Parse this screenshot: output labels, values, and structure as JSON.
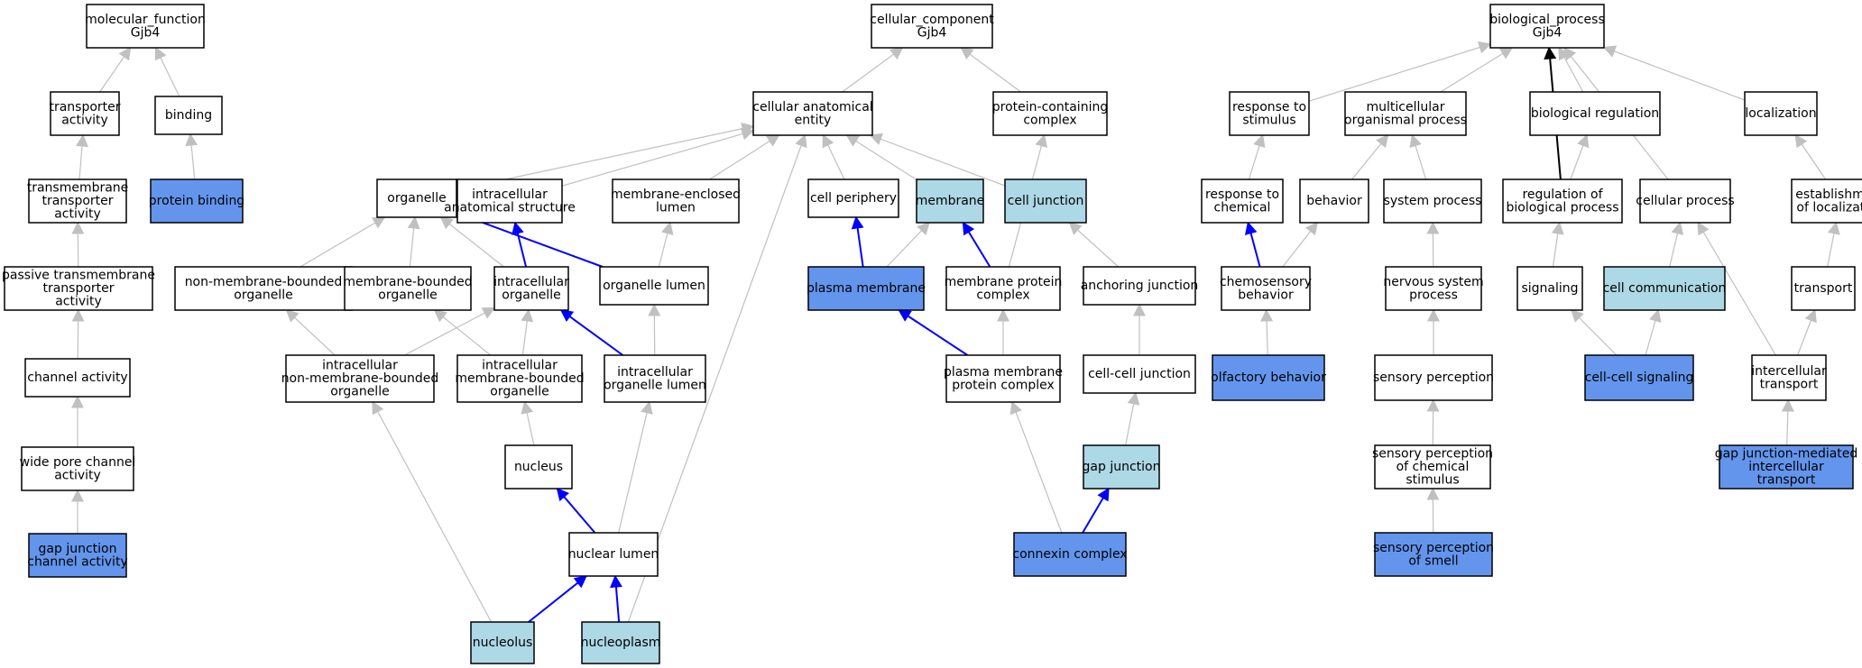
{
  "colors": {
    "default_fill": "#ffffff",
    "light_fill": "#add8e6",
    "dark_fill": "#6495ed",
    "border": "#000000",
    "gray_edge": "#c0c0c0",
    "blue_edge": "#0000ff",
    "black_edge": "#000000"
  },
  "nodes": [
    {
      "id": "mf",
      "name": "molecular-function-node",
      "lines": [
        "molecular_function",
        "Gjb4"
      ],
      "style": "default"
    },
    {
      "id": "ta",
      "name": "transporter-activity-node",
      "lines": [
        "transporter",
        "activity"
      ],
      "style": "default"
    },
    {
      "id": "bind",
      "name": "binding-node",
      "lines": [
        "binding"
      ],
      "style": "default"
    },
    {
      "id": "ttr",
      "name": "transmembrane-transporter-activity-node",
      "lines": [
        "transmembrane",
        "transporter",
        "activity"
      ],
      "style": "default"
    },
    {
      "id": "pb",
      "name": "protein-binding-node",
      "lines": [
        "protein binding"
      ],
      "style": "dark"
    },
    {
      "id": "pttr",
      "name": "passive-transmembrane-transporter-activity-node",
      "lines": [
        "passive transmembrane",
        "transporter",
        "activity"
      ],
      "style": "default"
    },
    {
      "id": "ch",
      "name": "channel-activity-node",
      "lines": [
        "channel activity"
      ],
      "style": "default"
    },
    {
      "id": "wpc",
      "name": "wide-pore-channel-activity-node",
      "lines": [
        "wide pore channel",
        "activity"
      ],
      "style": "default"
    },
    {
      "id": "gjca",
      "name": "gap-junction-channel-activity-node",
      "lines": [
        "gap junction",
        "channel activity"
      ],
      "style": "dark"
    },
    {
      "id": "cc",
      "name": "cellular-component-node",
      "lines": [
        "cellular_component",
        "Gjb4"
      ],
      "style": "default"
    },
    {
      "id": "cae",
      "name": "cellular-anatomical-entity-node",
      "lines": [
        "cellular anatomical",
        "entity"
      ],
      "style": "default"
    },
    {
      "id": "pcc",
      "name": "protein-containing-complex-node",
      "lines": [
        "protein-containing",
        "complex"
      ],
      "style": "default"
    },
    {
      "id": "org",
      "name": "organelle-node",
      "lines": [
        "organelle"
      ],
      "style": "default"
    },
    {
      "id": "ias",
      "name": "intracellular-anatomical-structure-node",
      "lines": [
        "intracellular",
        "anatomical structure"
      ],
      "style": "default"
    },
    {
      "id": "mel",
      "name": "membrane-enclosed-lumen-node",
      "lines": [
        "membrane-enclosed",
        "lumen"
      ],
      "style": "default"
    },
    {
      "id": "cp",
      "name": "cell-periphery-node",
      "lines": [
        "cell periphery"
      ],
      "style": "default"
    },
    {
      "id": "mem",
      "name": "membrane-node",
      "lines": [
        "membrane"
      ],
      "style": "light"
    },
    {
      "id": "cj",
      "name": "cell-junction-node",
      "lines": [
        "cell junction"
      ],
      "style": "light"
    },
    {
      "id": "nmbo",
      "name": "non-membrane-bounded-organelle-node",
      "lines": [
        "non-membrane-bounded",
        "organelle"
      ],
      "style": "default"
    },
    {
      "id": "mbo",
      "name": "membrane-bounded-organelle-node",
      "lines": [
        "membrane-bounded",
        "organelle"
      ],
      "style": "default"
    },
    {
      "id": "io",
      "name": "intracellular-organelle-node",
      "lines": [
        "intracellular",
        "organelle"
      ],
      "style": "default"
    },
    {
      "id": "ol",
      "name": "organelle-lumen-node",
      "lines": [
        "organelle lumen"
      ],
      "style": "default"
    },
    {
      "id": "pm",
      "name": "plasma-membrane-node",
      "lines": [
        "plasma membrane"
      ],
      "style": "dark"
    },
    {
      "id": "mpc",
      "name": "membrane-protein-complex-node",
      "lines": [
        "membrane protein",
        "complex"
      ],
      "style": "default"
    },
    {
      "id": "aj",
      "name": "anchoring-junction-node",
      "lines": [
        "anchoring junction"
      ],
      "style": "default"
    },
    {
      "id": "inmbo",
      "name": "intracellular-non-membrane-bounded-organelle-node",
      "lines": [
        "intracellular",
        "non-membrane-bounded",
        "organelle"
      ],
      "style": "default"
    },
    {
      "id": "imbo",
      "name": "intracellular-membrane-bounded-organelle-node",
      "lines": [
        "intracellular",
        "membrane-bounded",
        "organelle"
      ],
      "style": "default"
    },
    {
      "id": "iol",
      "name": "intracellular-organelle-lumen-node",
      "lines": [
        "intracellular",
        "organelle lumen"
      ],
      "style": "default"
    },
    {
      "id": "pmpc",
      "name": "plasma-membrane-protein-complex-node",
      "lines": [
        "plasma membrane",
        "protein complex"
      ],
      "style": "default"
    },
    {
      "id": "ccj",
      "name": "cell-cell-junction-node",
      "lines": [
        "cell-cell junction"
      ],
      "style": "default"
    },
    {
      "id": "nuc",
      "name": "nucleus-node",
      "lines": [
        "nucleus"
      ],
      "style": "default"
    },
    {
      "id": "gj",
      "name": "gap-junction-node",
      "lines": [
        "gap junction"
      ],
      "style": "light"
    },
    {
      "id": "nl",
      "name": "nuclear-lumen-node",
      "lines": [
        "nuclear lumen"
      ],
      "style": "default"
    },
    {
      "id": "cxc",
      "name": "connexin-complex-node",
      "lines": [
        "connexin complex"
      ],
      "style": "dark"
    },
    {
      "id": "nucl",
      "name": "nucleolus-node",
      "lines": [
        "nucleolus"
      ],
      "style": "light"
    },
    {
      "id": "nucp",
      "name": "nucleoplasm-node",
      "lines": [
        "nucleoplasm"
      ],
      "style": "light"
    },
    {
      "id": "bp",
      "name": "biological-process-node",
      "lines": [
        "biological_process",
        "Gjb4"
      ],
      "style": "default"
    },
    {
      "id": "rts",
      "name": "response-to-stimulus-node",
      "lines": [
        "response to",
        "stimulus"
      ],
      "style": "default"
    },
    {
      "id": "mop",
      "name": "multicellular-organismal-process-node",
      "lines": [
        "multicellular",
        "organismal process"
      ],
      "style": "default"
    },
    {
      "id": "br",
      "name": "biological-regulation-node",
      "lines": [
        "biological regulation"
      ],
      "style": "default"
    },
    {
      "id": "loc",
      "name": "localization-node",
      "lines": [
        "localization"
      ],
      "style": "default"
    },
    {
      "id": "rtc",
      "name": "response-to-chemical-node",
      "lines": [
        "response to",
        "chemical"
      ],
      "style": "default"
    },
    {
      "id": "beh",
      "name": "behavior-node",
      "lines": [
        "behavior"
      ],
      "style": "default"
    },
    {
      "id": "sp",
      "name": "system-process-node",
      "lines": [
        "system process"
      ],
      "style": "default"
    },
    {
      "id": "rbp",
      "name": "regulation-of-biological-process-node",
      "lines": [
        "regulation of",
        "biological process"
      ],
      "style": "default"
    },
    {
      "id": "cpr",
      "name": "cellular-process-node",
      "lines": [
        "cellular process"
      ],
      "style": "default"
    },
    {
      "id": "eol",
      "name": "establishment-of-localization-node",
      "lines": [
        "establishment",
        "of localization"
      ],
      "style": "default"
    },
    {
      "id": "cb",
      "name": "chemosensory-behavior-node",
      "lines": [
        "chemosensory",
        "behavior"
      ],
      "style": "default"
    },
    {
      "id": "nsp",
      "name": "nervous-system-process-node",
      "lines": [
        "nervous system",
        "process"
      ],
      "style": "default"
    },
    {
      "id": "sig",
      "name": "signaling-node",
      "lines": [
        "signaling"
      ],
      "style": "default"
    },
    {
      "id": "ccom",
      "name": "cell-communication-node",
      "lines": [
        "cell communication"
      ],
      "style": "light"
    },
    {
      "id": "tr",
      "name": "transport-node",
      "lines": [
        "transport"
      ],
      "style": "default"
    },
    {
      "id": "ob",
      "name": "olfactory-behavior-node",
      "lines": [
        "olfactory behavior"
      ],
      "style": "dark"
    },
    {
      "id": "spn",
      "name": "sensory-perception-node",
      "lines": [
        "sensory perception"
      ],
      "style": "default"
    },
    {
      "id": "ccs",
      "name": "cell-cell-signaling-node",
      "lines": [
        "cell-cell signaling"
      ],
      "style": "dark"
    },
    {
      "id": "it",
      "name": "intercellular-transport-node",
      "lines": [
        "intercellular",
        "transport"
      ],
      "style": "default"
    },
    {
      "id": "spcs",
      "name": "sensory-perception-of-chemical-stimulus-node",
      "lines": [
        "sensory perception",
        "of chemical",
        "stimulus"
      ],
      "style": "default"
    },
    {
      "id": "gjmit",
      "name": "gap-junction-mediated-intercellular-transport-node",
      "lines": [
        "gap junction-mediated",
        "intercellular",
        "transport"
      ],
      "style": "dark"
    },
    {
      "id": "spos",
      "name": "sensory-perception-of-smell-node",
      "lines": [
        "sensory perception",
        "of smell"
      ],
      "style": "dark"
    }
  ],
  "edges": [
    {
      "from": "ta",
      "to": "mf",
      "kind": "gray"
    },
    {
      "from": "bind",
      "to": "mf",
      "kind": "gray"
    },
    {
      "from": "ttr",
      "to": "ta",
      "kind": "gray"
    },
    {
      "from": "pb",
      "to": "bind",
      "kind": "gray"
    },
    {
      "from": "pttr",
      "to": "ttr",
      "kind": "gray"
    },
    {
      "from": "ch",
      "to": "pttr",
      "kind": "gray"
    },
    {
      "from": "wpc",
      "to": "ch",
      "kind": "gray"
    },
    {
      "from": "gjca",
      "to": "wpc",
      "kind": "gray"
    },
    {
      "from": "cae",
      "to": "cc",
      "kind": "gray"
    },
    {
      "from": "pcc",
      "to": "cc",
      "kind": "gray"
    },
    {
      "from": "org",
      "to": "cae",
      "kind": "gray"
    },
    {
      "from": "ias",
      "to": "cae",
      "kind": "gray"
    },
    {
      "from": "mel",
      "to": "cae",
      "kind": "gray"
    },
    {
      "from": "cp",
      "to": "cae",
      "kind": "gray"
    },
    {
      "from": "mem",
      "to": "cae",
      "kind": "gray"
    },
    {
      "from": "cj",
      "to": "cae",
      "kind": "gray"
    },
    {
      "from": "nucp",
      "to": "cae",
      "kind": "gray"
    },
    {
      "from": "nmbo",
      "to": "org",
      "kind": "gray"
    },
    {
      "from": "mbo",
      "to": "org",
      "kind": "gray"
    },
    {
      "from": "io",
      "to": "org",
      "kind": "gray"
    },
    {
      "from": "ol",
      "to": "org",
      "kind": "blue"
    },
    {
      "from": "io",
      "to": "ias",
      "kind": "blue"
    },
    {
      "from": "ol",
      "to": "mel",
      "kind": "gray"
    },
    {
      "from": "pm",
      "to": "cp",
      "kind": "blue"
    },
    {
      "from": "pm",
      "to": "mem",
      "kind": "gray"
    },
    {
      "from": "mpc",
      "to": "mem",
      "kind": "blue"
    },
    {
      "from": "mpc",
      "to": "pcc",
      "kind": "gray"
    },
    {
      "from": "aj",
      "to": "cj",
      "kind": "gray"
    },
    {
      "from": "inmbo",
      "to": "nmbo",
      "kind": "gray"
    },
    {
      "from": "inmbo",
      "to": "io",
      "kind": "gray"
    },
    {
      "from": "imbo",
      "to": "mbo",
      "kind": "gray"
    },
    {
      "from": "imbo",
      "to": "io",
      "kind": "gray"
    },
    {
      "from": "iol",
      "to": "io",
      "kind": "blue"
    },
    {
      "from": "iol",
      "to": "ol",
      "kind": "gray"
    },
    {
      "from": "pmpc",
      "to": "pm",
      "kind": "blue"
    },
    {
      "from": "pmpc",
      "to": "mpc",
      "kind": "gray"
    },
    {
      "from": "ccj",
      "to": "aj",
      "kind": "gray"
    },
    {
      "from": "nuc",
      "to": "imbo",
      "kind": "gray"
    },
    {
      "from": "gj",
      "to": "ccj",
      "kind": "gray"
    },
    {
      "from": "nl",
      "to": "nuc",
      "kind": "blue"
    },
    {
      "from": "nl",
      "to": "iol",
      "kind": "gray"
    },
    {
      "from": "cxc",
      "to": "pmpc",
      "kind": "gray"
    },
    {
      "from": "cxc",
      "to": "gj",
      "kind": "blue"
    },
    {
      "from": "nucl",
      "to": "nl",
      "kind": "blue"
    },
    {
      "from": "nucl",
      "to": "inmbo",
      "kind": "gray"
    },
    {
      "from": "nucp",
      "to": "nl",
      "kind": "blue"
    },
    {
      "from": "rts",
      "to": "bp",
      "kind": "gray"
    },
    {
      "from": "mop",
      "to": "bp",
      "kind": "gray"
    },
    {
      "from": "br",
      "to": "bp",
      "kind": "gray"
    },
    {
      "from": "loc",
      "to": "bp",
      "kind": "gray"
    },
    {
      "from": "rbp",
      "to": "bp",
      "kind": "black"
    },
    {
      "from": "cpr",
      "to": "bp",
      "kind": "gray"
    },
    {
      "from": "rtc",
      "to": "rts",
      "kind": "gray"
    },
    {
      "from": "beh",
      "to": "mop",
      "kind": "gray"
    },
    {
      "from": "sp",
      "to": "mop",
      "kind": "gray"
    },
    {
      "from": "rbp",
      "to": "br",
      "kind": "gray"
    },
    {
      "from": "eol",
      "to": "loc",
      "kind": "gray"
    },
    {
      "from": "cb",
      "to": "rtc",
      "kind": "blue"
    },
    {
      "from": "cb",
      "to": "beh",
      "kind": "gray"
    },
    {
      "from": "nsp",
      "to": "sp",
      "kind": "gray"
    },
    {
      "from": "sig",
      "to": "rbp",
      "kind": "gray"
    },
    {
      "from": "ccom",
      "to": "cpr",
      "kind": "gray"
    },
    {
      "from": "it",
      "to": "cpr",
      "kind": "gray"
    },
    {
      "from": "tr",
      "to": "eol",
      "kind": "gray"
    },
    {
      "from": "ob",
      "to": "cb",
      "kind": "gray"
    },
    {
      "from": "spn",
      "to": "nsp",
      "kind": "gray"
    },
    {
      "from": "ccs",
      "to": "sig",
      "kind": "gray"
    },
    {
      "from": "ccs",
      "to": "ccom",
      "kind": "gray"
    },
    {
      "from": "it",
      "to": "tr",
      "kind": "gray"
    },
    {
      "from": "spcs",
      "to": "spn",
      "kind": "gray"
    },
    {
      "from": "gjmit",
      "to": "it",
      "kind": "gray"
    },
    {
      "from": "spos",
      "to": "spcs",
      "kind": "gray"
    }
  ]
}
